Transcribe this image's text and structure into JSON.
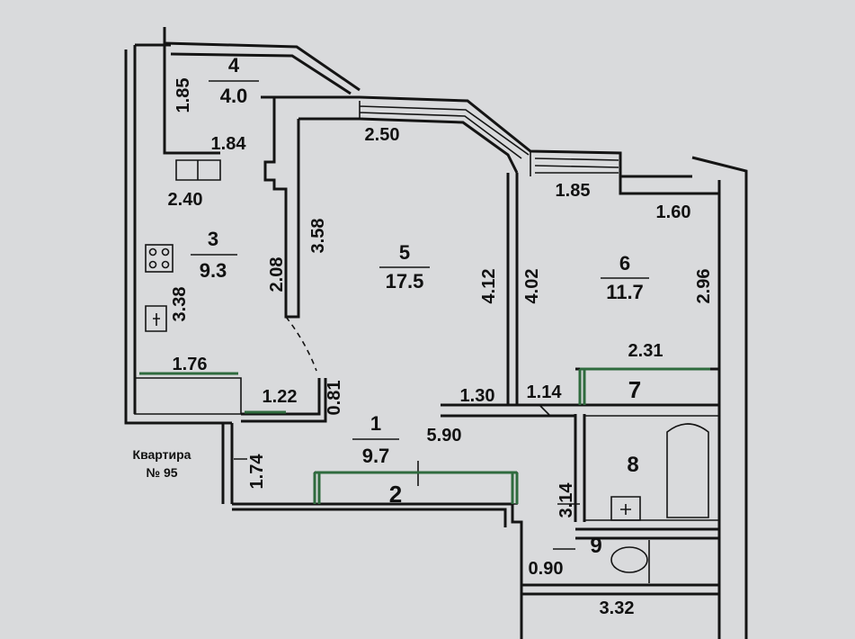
{
  "rooms": [
    {
      "number": "1",
      "area": "9.7"
    },
    {
      "number": "2"
    },
    {
      "number": "3",
      "area": "9.3"
    },
    {
      "number": "4",
      "area": "4.0"
    },
    {
      "number": "5",
      "area": "17.5"
    },
    {
      "number": "6",
      "area": "11.7"
    },
    {
      "number": "7"
    },
    {
      "number": "8"
    },
    {
      "number": "9"
    }
  ],
  "dimensions": {
    "d_1_85_bal": "1.85",
    "d_1_84": "1.84",
    "d_2_40": "2.40",
    "d_3_38": "3.38",
    "d_1_76": "1.76",
    "d_1_22": "1.22",
    "d_2_08": "2.08",
    "d_3_58": "3.58",
    "d_2_50": "2.50",
    "d_4_12": "4.12",
    "d_0_81": "0.81",
    "d_1_30": "1.30",
    "d_5_90": "5.90",
    "d_1_74": "1.74",
    "d_4_02": "4.02",
    "d_1_85": "1.85",
    "d_1_60": "1.60",
    "d_2_96": "2.96",
    "d_2_31": "2.31",
    "d_1_14": "1.14",
    "d_3_14": "3.14",
    "d_0_90": "0.90",
    "d_3_32": "3.32"
  },
  "apartment": {
    "line1": "Квартира",
    "line2": "№ 95"
  }
}
